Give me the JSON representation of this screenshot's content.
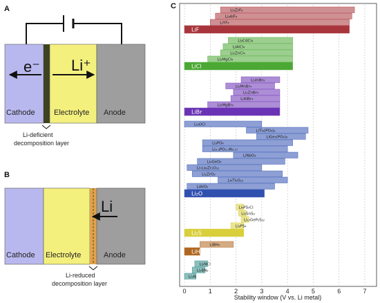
{
  "panelA": {
    "letter": "A",
    "electron": "e⁻",
    "ion": "Li⁺",
    "cathode": "Cathode",
    "electrolyte": "Electrolyte",
    "anode": "Anode",
    "layer_caption_line1": "Li-deficient",
    "layer_caption_line2": "decomposition layer"
  },
  "panelB": {
    "letter": "B",
    "ion": "Li",
    "cathode": "Cathode",
    "electrolyte": "Electrolyte",
    "anode": "Anode",
    "layer_caption_line1": "Li-reduced",
    "layer_caption_line2": "decomposition layer"
  },
  "colors": {
    "cathode": "#b9b8ee",
    "electrolyte": "#f4f07e",
    "anode": "#9e9e9e",
    "deficient_layer": "#3d4220",
    "reduced_layer": "#e0a24a"
  },
  "chart_data": {
    "type": "bar",
    "panel_letter": "C",
    "xlabel": "Stability window (V vs. Li metal)",
    "xlim": [
      0,
      7
    ],
    "xticks": [
      0,
      1,
      2,
      3,
      4,
      5,
      6,
      7
    ],
    "grid": true,
    "groups": [
      {
        "color": "#a8353b",
        "bars": [
          {
            "label": "Li₃ZrF₆",
            "lo": 1.4,
            "hi": 6.6,
            "big": false
          },
          {
            "label": "Li₃AlF₆",
            "lo": 1.2,
            "hi": 6.5,
            "big": false
          },
          {
            "label": "LiYF₄",
            "lo": 1.0,
            "hi": 6.4,
            "big": false
          },
          {
            "label": "LiF",
            "lo": 0.0,
            "hi": 6.4,
            "big": true
          }
        ]
      },
      {
        "color": "#4ba834",
        "bars": [
          {
            "label": "Li₂CdCl₄",
            "lo": 1.7,
            "hi": 4.2,
            "big": false
          },
          {
            "label": "LiAlCl₄",
            "lo": 1.5,
            "hi": 4.2,
            "big": false
          },
          {
            "label": "Li₂ZnCl₄",
            "lo": 1.4,
            "hi": 4.2,
            "big": false
          },
          {
            "label": "Li₂MgCl₄",
            "lo": 0.9,
            "hi": 4.2,
            "big": false
          },
          {
            "label": "LiCl",
            "lo": 0.0,
            "hi": 4.2,
            "big": true
          }
        ]
      },
      {
        "color": "#6a32b4",
        "bars": [
          {
            "label": "Li₃InBr₆",
            "lo": 2.2,
            "hi": 3.7,
            "big": false
          },
          {
            "label": "Li₂MnBr₄",
            "lo": 1.6,
            "hi": 3.5,
            "big": false
          },
          {
            "label": "Li₂ZnBr₄",
            "lo": 1.9,
            "hi": 3.7,
            "big": false
          },
          {
            "label": "LiAlBr₄",
            "lo": 1.8,
            "hi": 3.7,
            "big": false
          },
          {
            "label": "Li₂MgBr₄",
            "lo": 0.9,
            "hi": 3.7,
            "big": false
          },
          {
            "label": "LiBr",
            "lo": 0.0,
            "hi": 3.7,
            "big": true
          }
        ]
      },
      {
        "color": "#3050b0",
        "bars": [
          {
            "label": "Li₃OCl",
            "lo": 0.0,
            "hi": 3.0,
            "big": false
          },
          {
            "label": "LiTi₂(PO₄)₃",
            "lo": 2.4,
            "hi": 4.8,
            "big": false
          },
          {
            "label": "LiGe₂(PO₄)₃",
            "lo": 2.8,
            "hi": 4.7,
            "big": false
          },
          {
            "label": "Li₃PO₄",
            "lo": 0.7,
            "hi": 4.2,
            "big": false
          },
          {
            "label": "Li₃.₃PO₃.₉N₀.₁₇",
            "lo": 0.7,
            "hi": 4.0,
            "big": false
          },
          {
            "label": "LiNbO₃",
            "lo": 1.9,
            "hi": 4.4,
            "big": false
          },
          {
            "label": "Li₄GeO₄",
            "lo": 0.5,
            "hi": 3.9,
            "big": false
          },
          {
            "label": "Li₇La₃Zr₂O₁₂",
            "lo": 0.1,
            "hi": 3.0,
            "big": false
          },
          {
            "label": "Li₂ZrO₃",
            "lo": 0.3,
            "hi": 3.8,
            "big": false
          },
          {
            "label": "Li₄Ti₅O₁₂",
            "lo": 1.3,
            "hi": 4.0,
            "big": false
          },
          {
            "label": "LiAlO₂",
            "lo": 0.1,
            "hi": 3.5,
            "big": false
          },
          {
            "label": "Li₂O",
            "lo": 0.0,
            "hi": 3.1,
            "big": true
          }
        ]
      },
      {
        "color": "#d8cf3a",
        "bars": [
          {
            "label": "Li₆PS₅Cl",
            "lo": 2.0,
            "hi": 2.3,
            "big": false
          },
          {
            "label": "Li₂SnS₃",
            "lo": 2.1,
            "hi": 2.4,
            "big": false
          },
          {
            "label": "Li₁₀GeP₂S₁₂",
            "lo": 2.2,
            "hi": 2.5,
            "big": false
          },
          {
            "label": "Li₃PS₄",
            "lo": 1.8,
            "hi": 2.3,
            "big": false
          },
          {
            "label": "Li₂S",
            "lo": 0.0,
            "hi": 2.3,
            "big": true
          }
        ]
      },
      {
        "color": "#b0661e",
        "bars": [
          {
            "label": "LiBH₄",
            "lo": 0.6,
            "hi": 1.9,
            "big": false
          },
          {
            "label": "LiH",
            "lo": 0.0,
            "hi": 0.6,
            "big": true
          }
        ]
      },
      {
        "color": "#2c8a86",
        "bars": [
          {
            "label": "Li₂NCl",
            "lo": 0.4,
            "hi": 0.9,
            "big": false
          },
          {
            "label": "Li₂BN₂",
            "lo": 0.3,
            "hi": 0.8,
            "big": false
          },
          {
            "label": "Li₃N",
            "lo": 0.0,
            "hi": 0.45,
            "big": false
          }
        ]
      }
    ]
  }
}
